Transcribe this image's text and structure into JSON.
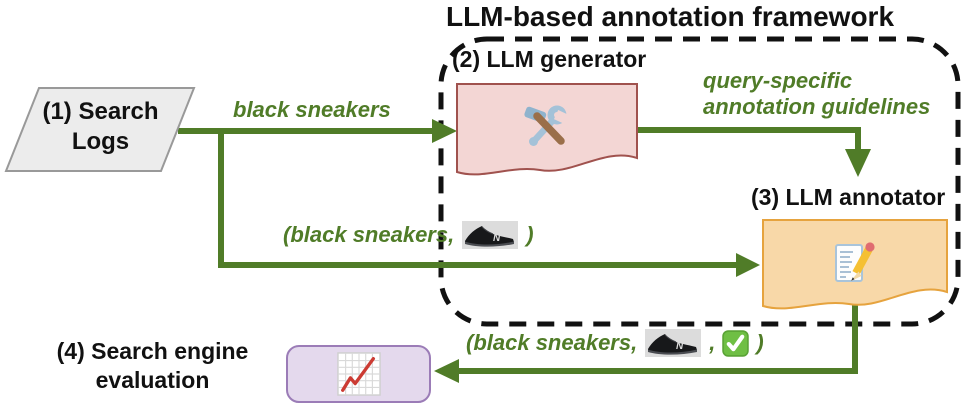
{
  "title": "LLM-based annotation framework",
  "colors": {
    "green": "#507c28",
    "frame_black": "#111111",
    "text_black": "#111111",
    "pink_fill": "#f3d6d4",
    "pink_border": "#a0524e",
    "orange_fill": "#f8d8a8",
    "orange_border": "#e6a33e",
    "purple_fill": "#e4d9ed",
    "purple_border": "#9b7cb7",
    "gray_fill": "#ececec",
    "gray_border": "#999999",
    "check_green": "#6fbf44",
    "chart_red": "#cc3b33"
  },
  "nodes": {
    "search_logs": {
      "line1": "(1) Search",
      "line2": "Logs"
    },
    "generator": {
      "label": "(2) LLM generator"
    },
    "annotator": {
      "label": "(3) LLM annotator"
    },
    "evaluation": {
      "line1": "(4) Search engine",
      "line2": "evaluation"
    }
  },
  "edges": {
    "query": {
      "label": "black sneakers"
    },
    "guidelines": {
      "line1": "query-specific",
      "line2": "annotation guidelines"
    },
    "pair": {
      "prefix": "(black sneakers,",
      "suffix": ")"
    },
    "result": {
      "prefix": "(black sneakers,",
      "mid": ",",
      "suffix": ")"
    }
  },
  "icons": {
    "generator": "hammer-and-wrench-icon",
    "annotator": "memo-pencil-icon",
    "evaluation": "chart-increasing-icon",
    "product_thumbnail": "black-sneaker-image",
    "product_logo_letter": "N",
    "judgment": "check-mark-icon"
  }
}
